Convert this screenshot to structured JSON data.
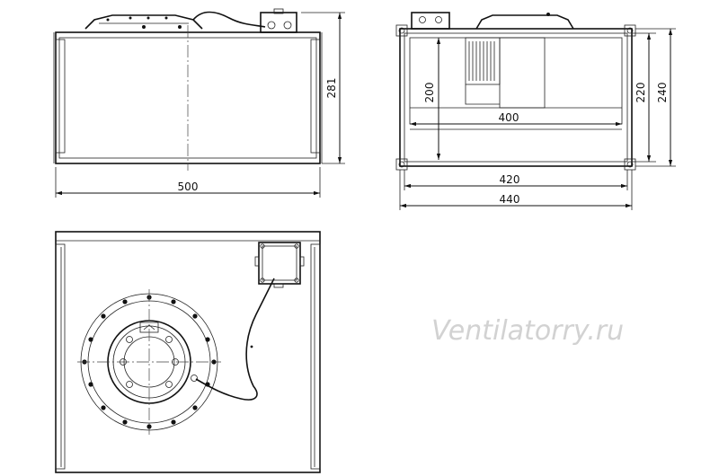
{
  "dimensions": {
    "side_width": "500",
    "side_height": "281",
    "front_inner_height": "200",
    "front_inner_width": "400",
    "front_flange_width": "420",
    "front_outer_width": "440",
    "front_flange_height": "220",
    "front_outer_height": "240"
  },
  "watermark": "Ventilatorry.ru",
  "colors": {
    "line": "#111111",
    "watermark": "#d2d2d2",
    "background": "#ffffff"
  }
}
